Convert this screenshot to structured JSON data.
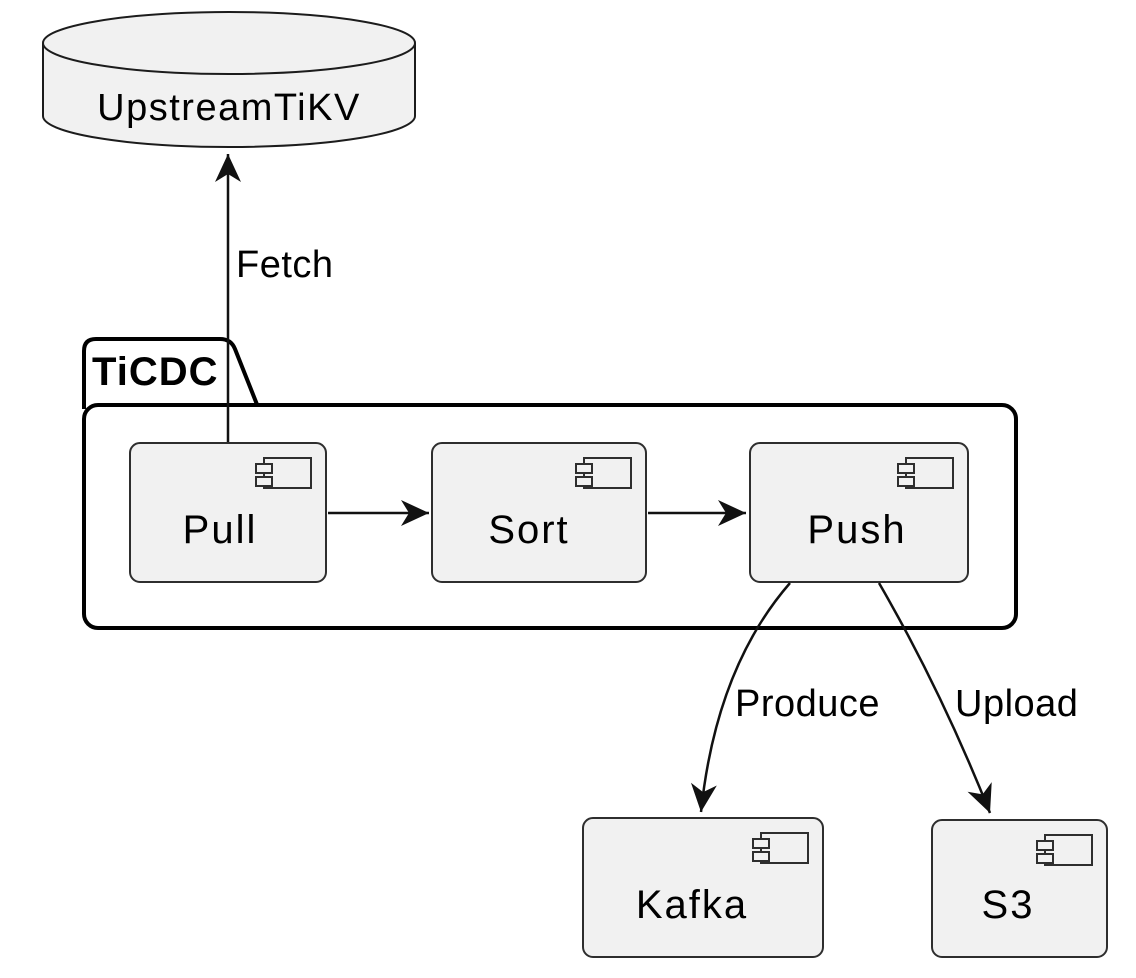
{
  "diagram": {
    "kind": "uml-component-diagram",
    "background": "#ffffff",
    "colors": {
      "shape_fill": "#f1f1f1",
      "component_stroke": "#2e2e2e",
      "package_stroke": "#000000",
      "edge_color": "#111111",
      "text_color": "#000000"
    },
    "nodes": {
      "upstream_tikv": {
        "label": "UpstreamTiKV",
        "shape": "database-cylinder"
      },
      "ticdc": {
        "label": "TiCDC",
        "shape": "package"
      },
      "pull": {
        "label": "Pull",
        "shape": "component",
        "parent": "TiCDC"
      },
      "sort": {
        "label": "Sort",
        "shape": "component",
        "parent": "TiCDC"
      },
      "push": {
        "label": "Push",
        "shape": "component",
        "parent": "TiCDC"
      },
      "kafka": {
        "label": "Kafka",
        "shape": "component"
      },
      "s3": {
        "label": "S3",
        "shape": "component"
      }
    },
    "edges": [
      {
        "from": "Pull",
        "to": "UpstreamTiKV",
        "label": "Fetch",
        "direction": "up"
      },
      {
        "from": "Pull",
        "to": "Sort",
        "label": "",
        "direction": "right"
      },
      {
        "from": "Sort",
        "to": "Push",
        "label": "",
        "direction": "right"
      },
      {
        "from": "Push",
        "to": "Kafka",
        "label": "Produce",
        "direction": "down"
      },
      {
        "from": "Push",
        "to": "S3",
        "label": "Upload",
        "direction": "down"
      }
    ]
  }
}
